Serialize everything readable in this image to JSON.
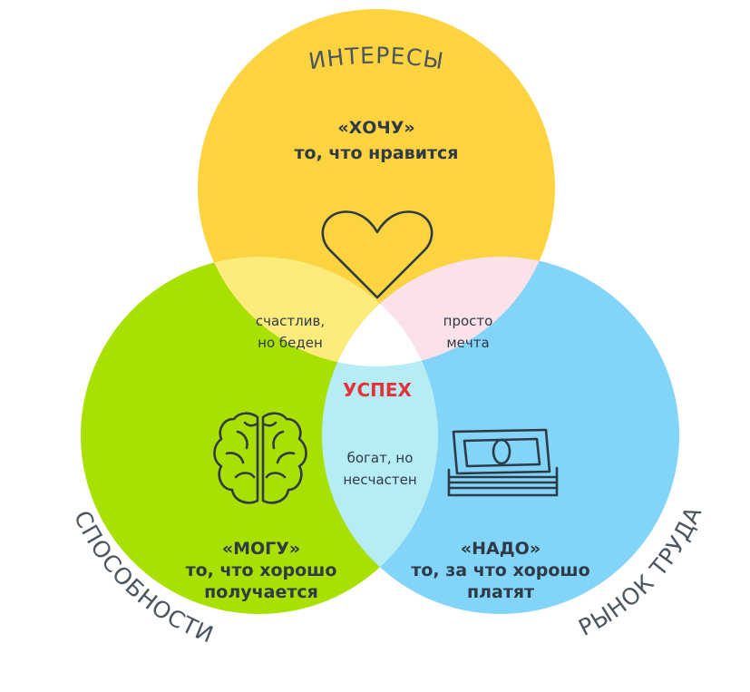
{
  "colors": {
    "top_circle": "#fdd340",
    "left_circle": "#a8e000",
    "right_circle": "#82d4f8",
    "overlap_top_left": "#fdec7c",
    "overlap_top_right": "#fbe1e8",
    "overlap_bottom": "#b6ecf4",
    "center": "#ffffff",
    "success_text": "#e5323a",
    "text_dark": "#2e3a46"
  },
  "outer_labels": {
    "top": "ИНТЕРЕСЫ",
    "left": "СПОСОБНОСТИ",
    "right": "РЫНОК ТРУДА"
  },
  "circles": {
    "top": {
      "title": "«ХОЧУ»",
      "subtitle": "то, что нравится",
      "icon": "heart-icon"
    },
    "left": {
      "title": "«МОГУ»",
      "subtitle_line1": "то, что хорошо",
      "subtitle_line2": "получается",
      "icon": "brain-icon"
    },
    "right": {
      "title": "«НАДО»",
      "subtitle_line1": "то, за что хорошо",
      "subtitle_line2": "платят",
      "icon": "money-stack-icon"
    }
  },
  "overlaps": {
    "top_left": {
      "line1": "счастлив,",
      "line2": "но беден"
    },
    "top_right": {
      "line1": "просто",
      "line2": "мечта"
    },
    "bottom": {
      "line1": "богат, но",
      "line2": "несчастен"
    }
  },
  "center": {
    "label": "УСПЕХ"
  }
}
